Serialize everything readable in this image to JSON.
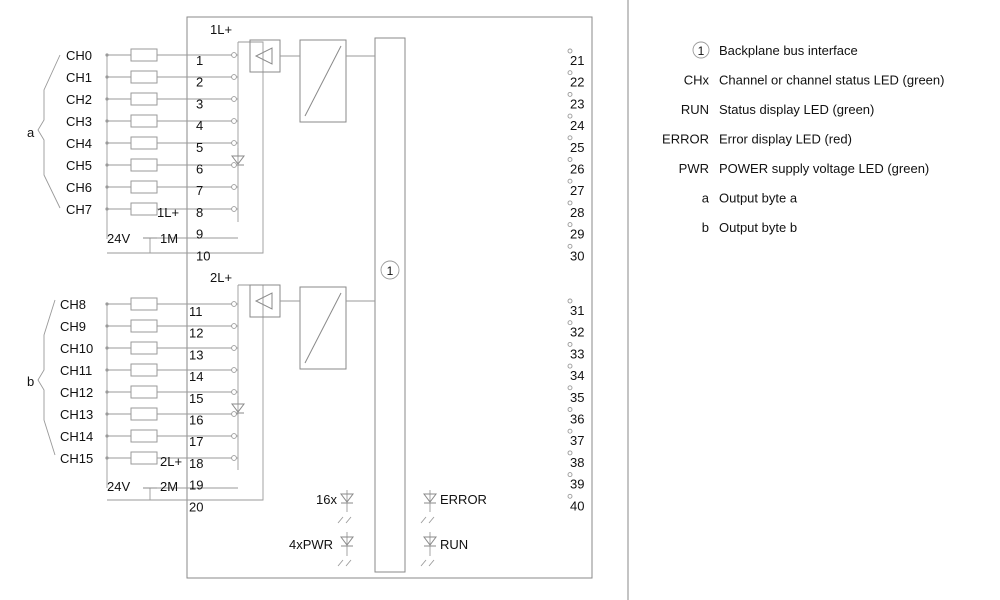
{
  "diagram": {
    "group_a": {
      "label": "a",
      "channels": [
        "CH0",
        "CH1",
        "CH2",
        "CH3",
        "CH4",
        "CH5",
        "CH6",
        "CH7"
      ],
      "left_terminals": [
        "1",
        "2",
        "3",
        "4",
        "5",
        "6",
        "7",
        "8",
        "9",
        "10"
      ],
      "right_terminals": [
        "21",
        "22",
        "23",
        "24",
        "25",
        "26",
        "27",
        "28",
        "29",
        "30"
      ],
      "supply_label": "1L+",
      "supply_terminal_label": "1L+",
      "ground_label": "1M",
      "voltage": "24V"
    },
    "group_b": {
      "label": "b",
      "channels": [
        "CH8",
        "CH9",
        "CH10",
        "CH11",
        "CH12",
        "CH13",
        "CH14",
        "CH15"
      ],
      "left_terminals": [
        "11",
        "12",
        "13",
        "14",
        "15",
        "16",
        "17",
        "18",
        "19",
        "20"
      ],
      "right_terminals": [
        "31",
        "32",
        "33",
        "34",
        "35",
        "36",
        "37",
        "38",
        "39",
        "40"
      ],
      "supply_label": "2L+",
      "supply_terminal_label": "2L+",
      "ground_label": "2M",
      "voltage": "24V"
    },
    "bus_marker": "1",
    "leds": {
      "channel_count": "16x",
      "power_count": "4xPWR",
      "error": "ERROR",
      "run": "RUN"
    }
  },
  "legend": [
    {
      "key": "1",
      "circled": true,
      "text": "Backplane bus interface"
    },
    {
      "key": "CHx",
      "text": "Channel or channel status LED (green)"
    },
    {
      "key": "RUN",
      "text": "Status display LED (green)"
    },
    {
      "key": "ERROR",
      "text": "Error display LED (red)"
    },
    {
      "key": "PWR",
      "text": "POWER supply voltage LED (green)"
    },
    {
      "key": "a",
      "text": "Output byte a"
    },
    {
      "key": "b",
      "text": "Output byte b"
    }
  ]
}
